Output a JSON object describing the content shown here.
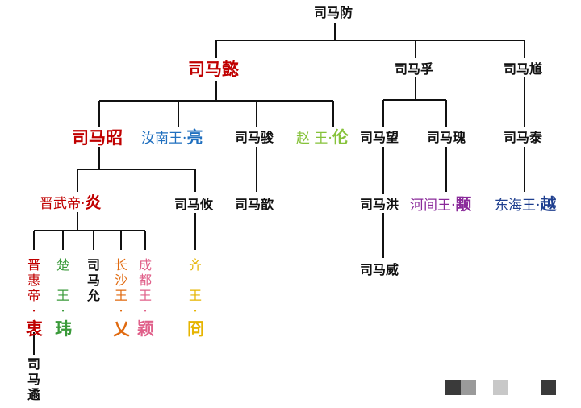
{
  "colors": {
    "line": "#111111",
    "red": "#c00000",
    "blue": "#1f6fbf",
    "lime": "#86c23a",
    "green": "#3a9a3a",
    "orange": "#e06a10",
    "pink": "#e0608a",
    "gold": "#e6b400",
    "purple": "#8a2a9a",
    "navy": "#1f3f8f"
  },
  "tree": {
    "root": "司马防",
    "gen2": {
      "yi": "司马懿",
      "fu": "司马孚",
      "kui": "司马馗"
    },
    "gen3": {
      "zhao": "司马昭",
      "liang_title": "汝南王·",
      "liang_name": "亮",
      "jun": "司马骏",
      "lun_title": "赵 王·",
      "lun_name": "伦",
      "wang": "司马望",
      "gui": "司马瑰",
      "tai": "司马泰"
    },
    "gen4": {
      "yan_title": "晋武帝·",
      "yan_name": "炎",
      "you": "司马攸",
      "xin": "司马歆",
      "hong": "司马洪",
      "yong_title": "河间王·",
      "yong_name": "颙",
      "yue_title": "东海王·",
      "yue_name": "越"
    },
    "gen5": {
      "zhong": {
        "t1": "晋",
        "t2": "惠",
        "t3": "帝",
        "dot": "·",
        "name": "衷"
      },
      "wei": {
        "t1": "楚",
        "t2": "王",
        "dot": "·",
        "name": "玮"
      },
      "yun": {
        "t1": "司",
        "t2": "马",
        "t3": "允"
      },
      "ai": {
        "t1": "长",
        "t2": "沙",
        "t3": "王",
        "dot": "·",
        "name": "乂"
      },
      "ying": {
        "t1": "成",
        "t2": "都",
        "t3": "王",
        "dot": "·",
        "name": "颖"
      },
      "jiong": {
        "t1": "齐",
        "t2": "王",
        "dot": "·",
        "name": "冏"
      },
      "wei2": "司马威"
    },
    "gen6": {
      "t1": "司",
      "t2": "马",
      "t3": "遹"
    }
  }
}
